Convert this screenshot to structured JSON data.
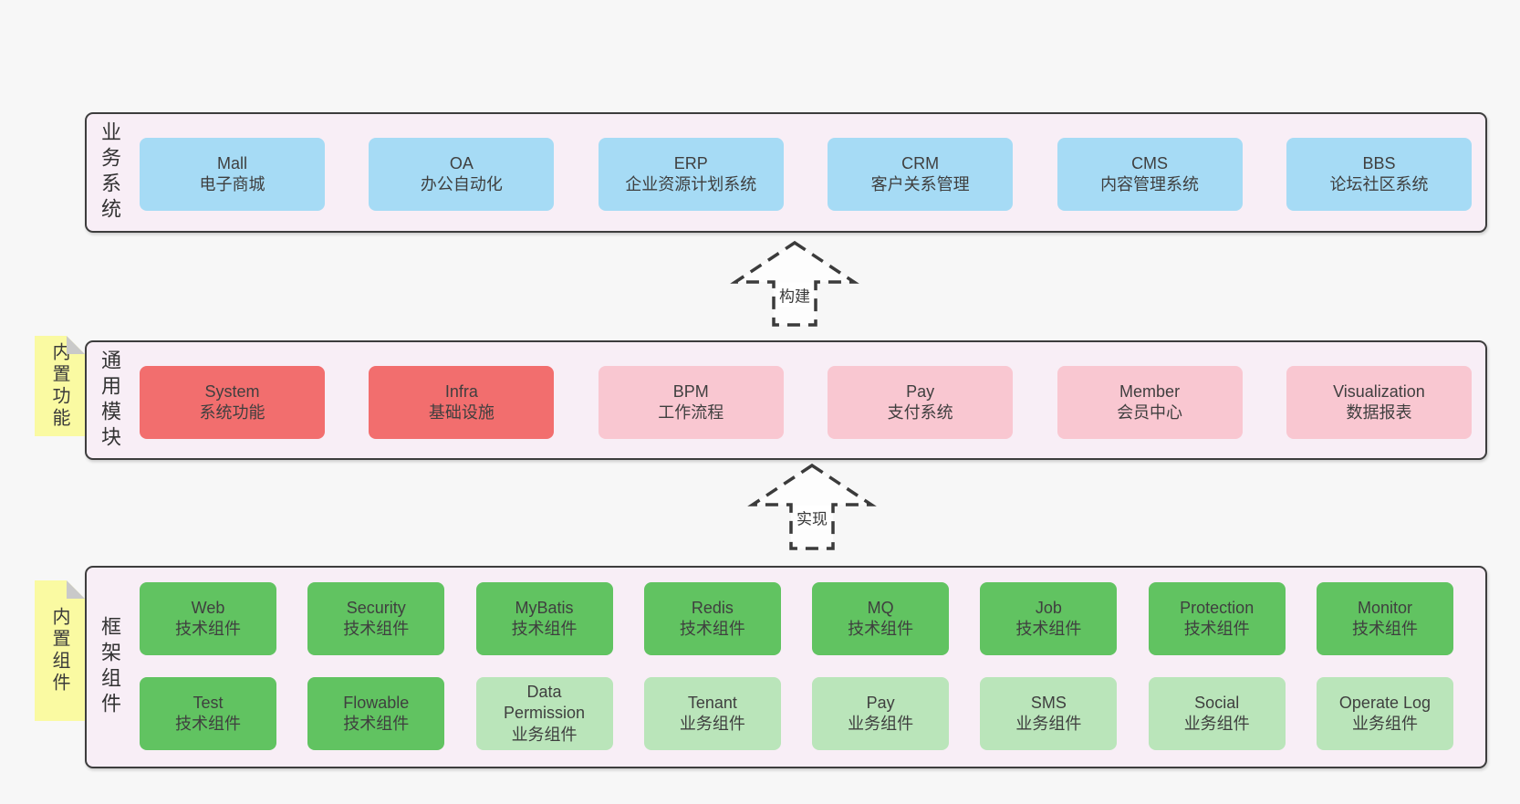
{
  "page": {
    "background": "#f7f7f7"
  },
  "colors": {
    "container_fill": "#f8eef6",
    "container_border": "#3d3d3d",
    "blue_box": "#a6dbf5",
    "red_box": "#f26e6e",
    "pink_box": "#f9c7d1",
    "green_box": "#61c361",
    "light_green_box": "#bae5ba",
    "note_yellow": "#fafaa2",
    "note_fold_gray": "#c9c9c9",
    "text": "#3f3f3f"
  },
  "arrows": [
    {
      "label": "构建"
    },
    {
      "label": "实现"
    }
  ],
  "tiers": [
    {
      "label": "业务系统",
      "note": null,
      "rows": [
        [
          {
            "name": "Mall",
            "desc": "电子商城",
            "type": "blue"
          },
          {
            "name": "OA",
            "desc": "办公自动化",
            "type": "blue"
          },
          {
            "name": "ERP",
            "desc": "企业资源计划系统",
            "type": "blue"
          },
          {
            "name": "CRM",
            "desc": "客户关系管理",
            "type": "blue"
          },
          {
            "name": "CMS",
            "desc": "内容管理系统",
            "type": "blue"
          },
          {
            "name": "BBS",
            "desc": "论坛社区系统",
            "type": "blue"
          }
        ]
      ]
    },
    {
      "label": "通用模块",
      "note": "内置功能",
      "rows": [
        [
          {
            "name": "System",
            "desc": "系统功能",
            "type": "red"
          },
          {
            "name": "Infra",
            "desc": "基础设施",
            "type": "red"
          },
          {
            "name": "BPM",
            "desc": "工作流程",
            "type": "pink"
          },
          {
            "name": "Pay",
            "desc": "支付系统",
            "type": "pink"
          },
          {
            "name": "Member",
            "desc": "会员中心",
            "type": "pink"
          },
          {
            "name": "Visualization",
            "desc": "数据报表",
            "type": "pink"
          }
        ]
      ]
    },
    {
      "label": "框架组件",
      "note": "内置组件",
      "rows": [
        [
          {
            "name": "Web",
            "desc": "技术组件",
            "type": "green"
          },
          {
            "name": "Security",
            "desc": "技术组件",
            "type": "green"
          },
          {
            "name": "MyBatis",
            "desc": "技术组件",
            "type": "green"
          },
          {
            "name": "Redis",
            "desc": "技术组件",
            "type": "green"
          },
          {
            "name": "MQ",
            "desc": "技术组件",
            "type": "green"
          },
          {
            "name": "Job",
            "desc": "技术组件",
            "type": "green"
          },
          {
            "name": "Protection",
            "desc": "技术组件",
            "type": "green"
          },
          {
            "name": "Monitor",
            "desc": "技术组件",
            "type": "green"
          }
        ],
        [
          {
            "name": "Test",
            "desc": "技术组件",
            "type": "green"
          },
          {
            "name": "Flowable",
            "desc": "技术组件",
            "type": "green"
          },
          {
            "name": "Data Permission",
            "desc": "业务组件",
            "type": "lightgreen"
          },
          {
            "name": "Tenant",
            "desc": "业务组件",
            "type": "lightgreen"
          },
          {
            "name": "Pay",
            "desc": "业务组件",
            "type": "lightgreen"
          },
          {
            "name": "SMS",
            "desc": "业务组件",
            "type": "lightgreen"
          },
          {
            "name": "Social",
            "desc": "业务组件",
            "type": "lightgreen"
          },
          {
            "name": "Operate Log",
            "desc": "业务组件",
            "type": "lightgreen"
          }
        ]
      ]
    }
  ]
}
